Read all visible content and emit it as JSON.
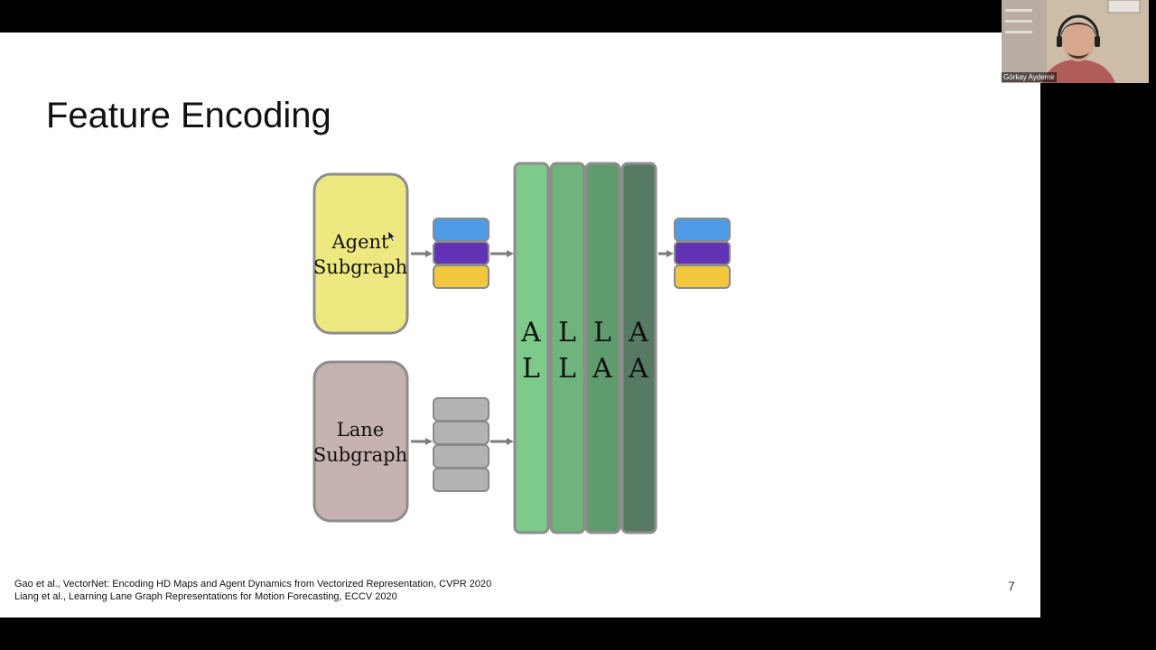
{
  "slide": {
    "title": "Feature Encoding",
    "page_number": "7",
    "references": [
      "Gao et al., VectorNet: Encoding HD Maps and Agent Dynamics from Vectorized Representation, CVPR 2020",
      "Liang et al., Learning Lane Graph Representations for Motion Forecasting, ECCV 2020"
    ]
  },
  "diagram": {
    "agent_box": {
      "line1": "Agent",
      "line2": "Subgraph"
    },
    "lane_box": {
      "line1": "Lane",
      "line2": "Subgraph"
    },
    "layers": [
      {
        "top": "A",
        "bottom": "L"
      },
      {
        "top": "L",
        "bottom": "L"
      },
      {
        "top": "L",
        "bottom": "A"
      },
      {
        "top": "A",
        "bottom": "A"
      }
    ],
    "colors": {
      "agent_fill": "#eee880",
      "lane_fill": "#c6b2ae",
      "feature_blue": "#4f9be8",
      "feature_purple": "#6234b5",
      "feature_yellow": "#f2c63d",
      "lane_feature_gray": "#b3b3b3",
      "layer_fills": [
        "#7dca8a",
        "#6fb47c",
        "#5f9b6c",
        "#577a63"
      ],
      "arrow": "#7d7d7d"
    }
  },
  "participant": {
    "name": "Görkay Aydemir"
  },
  "icons": [
    "mouse-pointer-icon"
  ]
}
